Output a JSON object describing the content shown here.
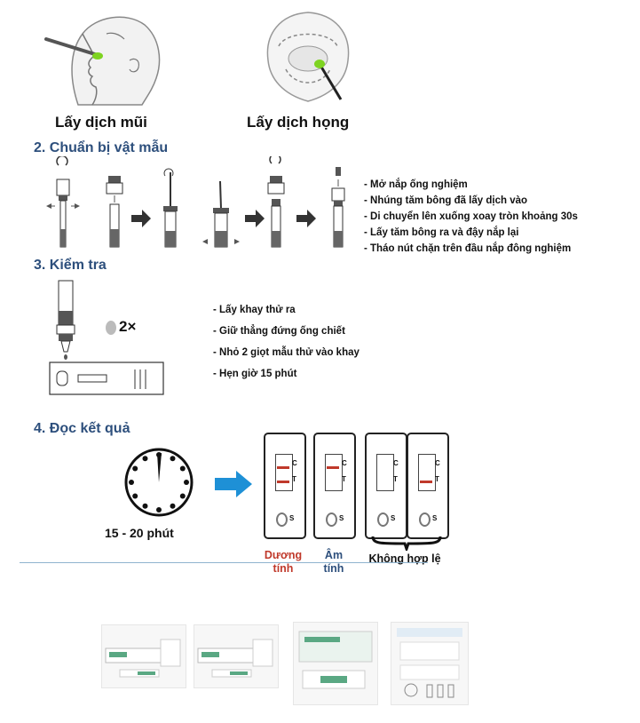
{
  "collection": {
    "nose_caption": "Lấy dịch mũi",
    "throat_caption": "Lấy dịch họng"
  },
  "prepare": {
    "title": "2. Chuẩn bị vật mẫu",
    "steps": [
      "Mở nắp ống nghiệm",
      "Nhúng tăm bông đã lấy dịch vào",
      "Di chuyển lên xuống xoay tròn khoảng 30s",
      "Lấy tăm bông ra và đậy nắp lại",
      "Tháo nút chặn trên đầu nắp đông nghiệm"
    ]
  },
  "test": {
    "title": "3. Kiểm tra",
    "drops": "2×",
    "steps": [
      "Lấy khay thử ra",
      "Giữ thẳng đứng ống chiết",
      "Nhỏ 2 giọt mẫu thử vào khay",
      "Hẹn giờ 15 phút"
    ]
  },
  "read": {
    "title": "4. Đọc kết quả",
    "time": "15 - 20 phút",
    "cassette_c": "C",
    "cassette_t": "T",
    "cassette_s": "S",
    "positive_line1": "Dương",
    "positive_line2": "tính",
    "negative_line1": "Âm",
    "negative_line2": "tính",
    "invalid": "Không hợp lệ"
  },
  "colors": {
    "title_blue": "#2d4f7c",
    "positive_red": "#c0392b",
    "negative_blue": "#2d4f7c",
    "arrow_blue": "#1e90d6",
    "swab_green": "#7ed321"
  }
}
